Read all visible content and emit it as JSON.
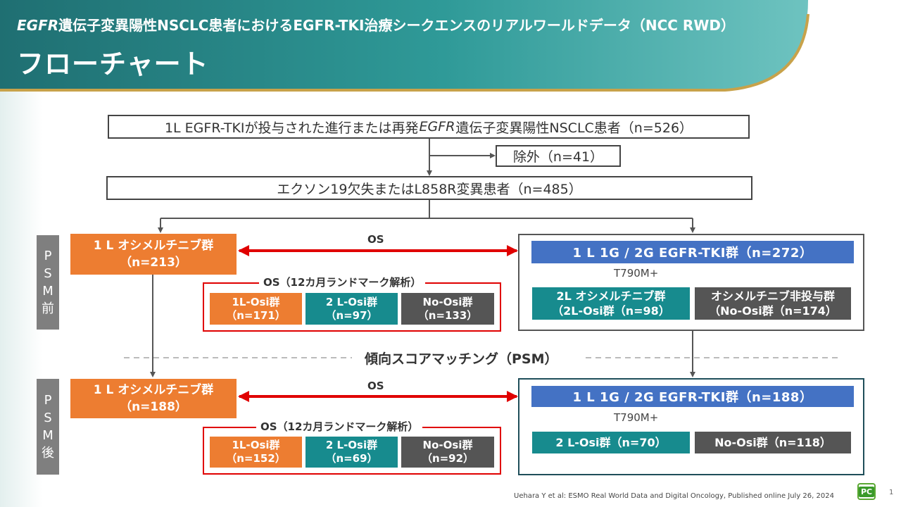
{
  "header": {
    "subtitle_gene": "EGFR",
    "subtitle_rest": "遺伝子変異陽性NSCLC患者におけるEGFR-TKI治療シークエンスのリアルワールドデータ（NCC RWD）",
    "title": "フローチャート"
  },
  "flow": {
    "top_prefix": "1L EGFR-TKIが投与された進行または再発",
    "top_gene": "EGFR",
    "top_suffix": "遺伝子変異陽性NSCLC患者（n=526）",
    "excluded": "除外（n=41）",
    "second": "エクソン19欠失またはL858R変異患者（n=485）"
  },
  "psm_label": "傾向スコアマッチング（PSM）",
  "before": {
    "side_label": [
      "P",
      "S",
      "M",
      "前"
    ],
    "left_group": {
      "name": "1 L オシメルチニブ群",
      "n": "（n=213）"
    },
    "os": "OS",
    "landmark_label": "OS（12カ月ランドマーク解析）",
    "landmark": [
      {
        "name": "1L-Osi群",
        "n": "（n=171）"
      },
      {
        "name": "2 L-Osi群",
        "n": "（n=97）"
      },
      {
        "name": "No-Osi群",
        "n": "（n=133）"
      }
    ],
    "right_group": "1 L 1G / 2G EGFR-TKI群（n=272）",
    "t790": "T790M+",
    "sub_left": {
      "name": "2L オシメルチニブ群",
      "n": "（2L-Osi群（n=98）"
    },
    "sub_right": {
      "name": "オシメルチニブ非投与群",
      "n": "（No-Osi群（n=174）"
    }
  },
  "after": {
    "side_label": [
      "P",
      "S",
      "M",
      "後"
    ],
    "left_group": {
      "name": "1 L オシメルチニブ群",
      "n": "（n=188）"
    },
    "os": "OS",
    "landmark_label": "OS（12カ月ランドマーク解析）",
    "landmark": [
      {
        "name": "1L-Osi群",
        "n": "（n=152）"
      },
      {
        "name": "2 L-Osi群",
        "n": "（n=69）"
      },
      {
        "name": "No-Osi群",
        "n": "（n=92）"
      }
    ],
    "right_group": "1 L 1G / 2G EGFR-TKI群（n=188）",
    "t790": "T790M+",
    "sub_left": "2 L-Osi群（n=70）",
    "sub_right": "No-Osi群（n=118）"
  },
  "footer": {
    "citation": "Uehara Y et al: ESMO Real World Data and Digital Oncology, Published online July 26, 2024",
    "page": "1",
    "logo": "PC"
  },
  "colors": {
    "header_teal": "#2a8c8c",
    "orange": "#ed7d31",
    "blue": "#4472c4",
    "teal": "#178b8e",
    "dark": "#555555",
    "red": "#e00000",
    "gold": "#c8a24a"
  }
}
